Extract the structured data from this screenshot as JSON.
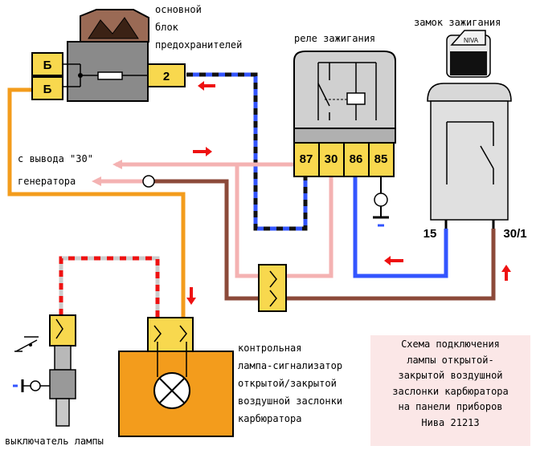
{
  "labels": {
    "fuse_block": [
      "основной",
      "блок",
      "предохранителей"
    ],
    "ignition_relay": "реле зажигания",
    "ignition_switch": "замок зажигания",
    "from_generator": [
      "с вывода \"30\"",
      "генератора"
    ],
    "lamp": [
      "контрольная",
      "лампа-сигнализатор",
      "открытой/закрытой",
      "воздушной заслонки",
      "карбюратора"
    ],
    "lamp_switch": "выключатель лампы"
  },
  "fuse_block": {
    "left_pins": [
      "Б",
      "Б"
    ],
    "right_pin": "2"
  },
  "relay": {
    "pins": [
      "87",
      "30",
      "86",
      "85"
    ]
  },
  "ignition_switch": {
    "brand": "NIVA",
    "terminal_15": "15",
    "terminal_30": "30/1"
  },
  "caption": [
    "Схема подключения",
    "лампы открытой-",
    "закрытой воздушной",
    "заслонки карбюратора",
    "на панели приборов",
    "Нива 21213"
  ],
  "colors": {
    "orange_wire": "#f39c1c",
    "blue_wire": "#3355ff",
    "pink_wire": "#f4b2b2",
    "brown_wire": "#8c4a3a",
    "connector_yellow": "#f8d84e",
    "lamp_orange": "#f39c1c",
    "arrow_red": "#ee1111"
  }
}
